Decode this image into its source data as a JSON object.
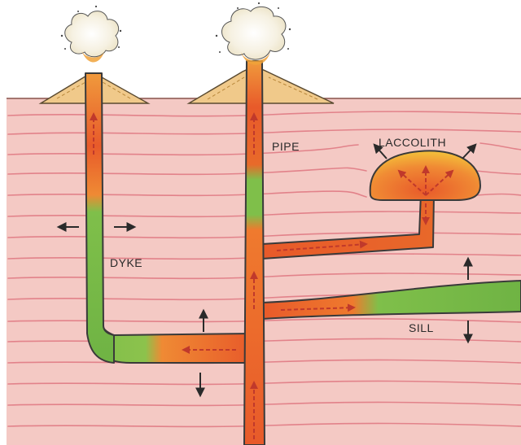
{
  "labels": {
    "pipe": "PIPE",
    "laccolith": "LACCOLITH",
    "dyke": "DYKE",
    "sill": "SILL"
  },
  "colors": {
    "sky": "#ffffff",
    "crust": "#f4c9c4",
    "strata_line": "#e2828a",
    "volcano_cone": "#f0c98a",
    "magma_hot": "#e85a2a",
    "magma_warm": "#f08a34",
    "magma_cooled": "#7fbf4a",
    "outline": "#3a3a3a",
    "arrow": "#2a2a2a",
    "flow_arrow": "#c0392b"
  },
  "icons": {
    "eruption_cloud": "eruption-cloud-icon",
    "expansion_arrow": "expansion-arrow-icon",
    "flow_arrow": "magma-flow-arrow-icon"
  }
}
